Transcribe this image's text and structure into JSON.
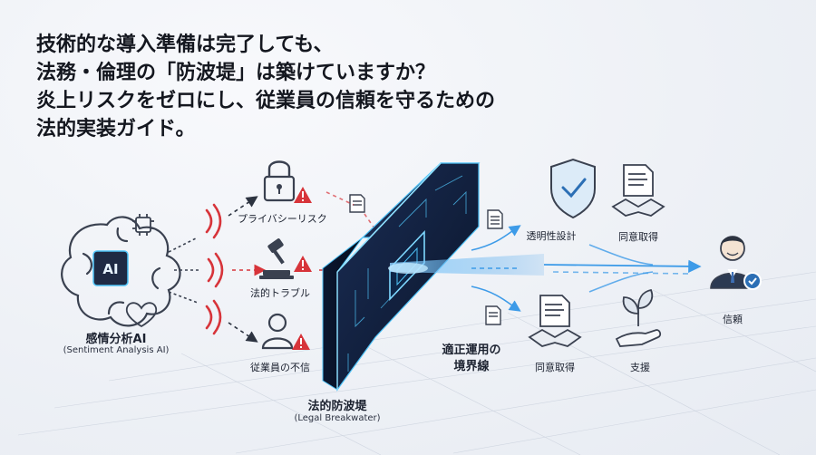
{
  "headline": {
    "line1": "技術的な導入準備は完了しても、",
    "line2": "法務・倫理の「防波堤」は築けていますか？",
    "line3": "炎上リスクをゼロにし、従業員の信頼を守るための",
    "line4": "法的実装ガイド。"
  },
  "source": {
    "chip_text": "AI",
    "label": "感情分析AI",
    "sublabel": "(Sentiment Analysis AI)"
  },
  "risks": [
    {
      "label": "プライバシーリスク",
      "icon": "lock-icon"
    },
    {
      "label": "法的トラブル",
      "icon": "gavel-icon"
    },
    {
      "label": "従業員の不信",
      "icon": "worried-person-icon"
    }
  ],
  "breakwater": {
    "label": "法的防波堤",
    "sublabel": "(Legal Breakwater)",
    "boundary_line1": "適正運用の",
    "boundary_line2": "境界線"
  },
  "outcomes": [
    {
      "label": "透明性設計",
      "icon": "shield-check-icon"
    },
    {
      "label": "同意取得",
      "icon": "handshake-document-icon"
    },
    {
      "label": "同意取得",
      "icon": "handshake-document-icon"
    },
    {
      "label": "支援",
      "icon": "plant-hand-icon"
    }
  ],
  "result": {
    "label": "信頼",
    "icon": "trusted-person-icon"
  },
  "colors": {
    "accent_blue": "#3d9be8",
    "wall_dark": "#0d1a33",
    "wall_glow": "#4fc3f7",
    "risk_red": "#d7343a",
    "icon_gray": "#3a4150"
  }
}
